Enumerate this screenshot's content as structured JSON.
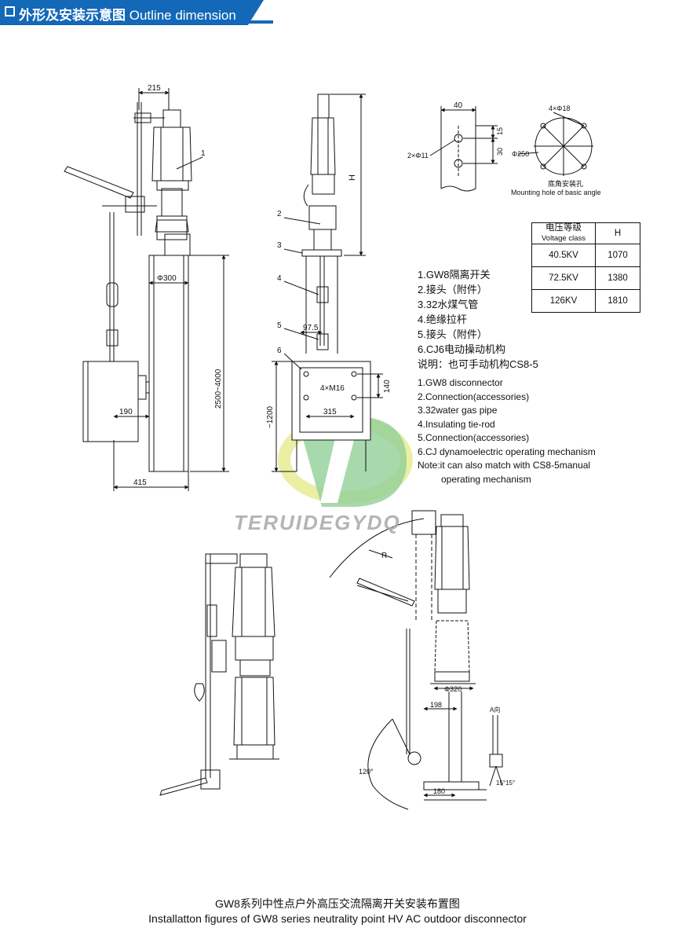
{
  "header": {
    "title_zh": "外形及安装示意图",
    "title_en": "Outline dimension"
  },
  "dimensions": {
    "d215": "215",
    "d300": "Φ300",
    "d2500": "2500~4000",
    "d190": "190",
    "d415": "415",
    "h": "H",
    "d97": "97.5",
    "d140": "140",
    "m16": "4×M16",
    "d315": "315",
    "d1200": "~1200",
    "d40": "40",
    "d15": "15",
    "d30": "30",
    "phi11": "2×Φ11",
    "phi18": "4×Φ18",
    "phi250": "Φ250",
    "r": "R",
    "d320": "Φ320",
    "d198": "198",
    "d180": "180",
    "a120": "120°",
    "a15": "15°15°",
    "aview": "A向",
    "part1": "1",
    "part2": "2",
    "part3": "3",
    "part4": "4",
    "part5": "5",
    "part6": "6"
  },
  "mounting": {
    "label_zh": "底角安装孔",
    "label_en": "Mounting hole of basic angle"
  },
  "voltage_table": {
    "header_zh": "电压等级",
    "header_en": "Voltage class",
    "header_h": "H",
    "rows": [
      {
        "kv": "40.5KV",
        "h": "1070"
      },
      {
        "kv": "72.5KV",
        "h": "1380"
      },
      {
        "kv": "126KV",
        "h": "1810"
      }
    ]
  },
  "legend_zh": [
    "1.GW8隔离开关",
    "2.接头（附件）",
    "3.32水煤气管",
    "4.绝缘拉杆",
    "5.接头（附件）",
    "6.CJ6电动操动机构",
    "说明：也可手动机构CS8-5"
  ],
  "legend_en": [
    "1.GW8 disconnector",
    "2.Connection(accessories)",
    "3.32water gas pipe",
    "4.Insulating tie-rod",
    "5.Connection(accessories)",
    "6.CJ dynamoelectric operating mechanism",
    "Note:it can also match with CS8-5manual",
    "operating mechanism"
  ],
  "watermark": "TERUIDEGYDQ",
  "caption": {
    "zh": "GW8系列中性点户外高压交流隔离开关安装布置图",
    "en": "Installatton figures of GW8 series neutrality point HV AC outdoor disconnector"
  },
  "colors": {
    "header_bg": "#1368b8",
    "watermark_green": "#3aa845",
    "watermark_yellow": "#d9e25a"
  }
}
